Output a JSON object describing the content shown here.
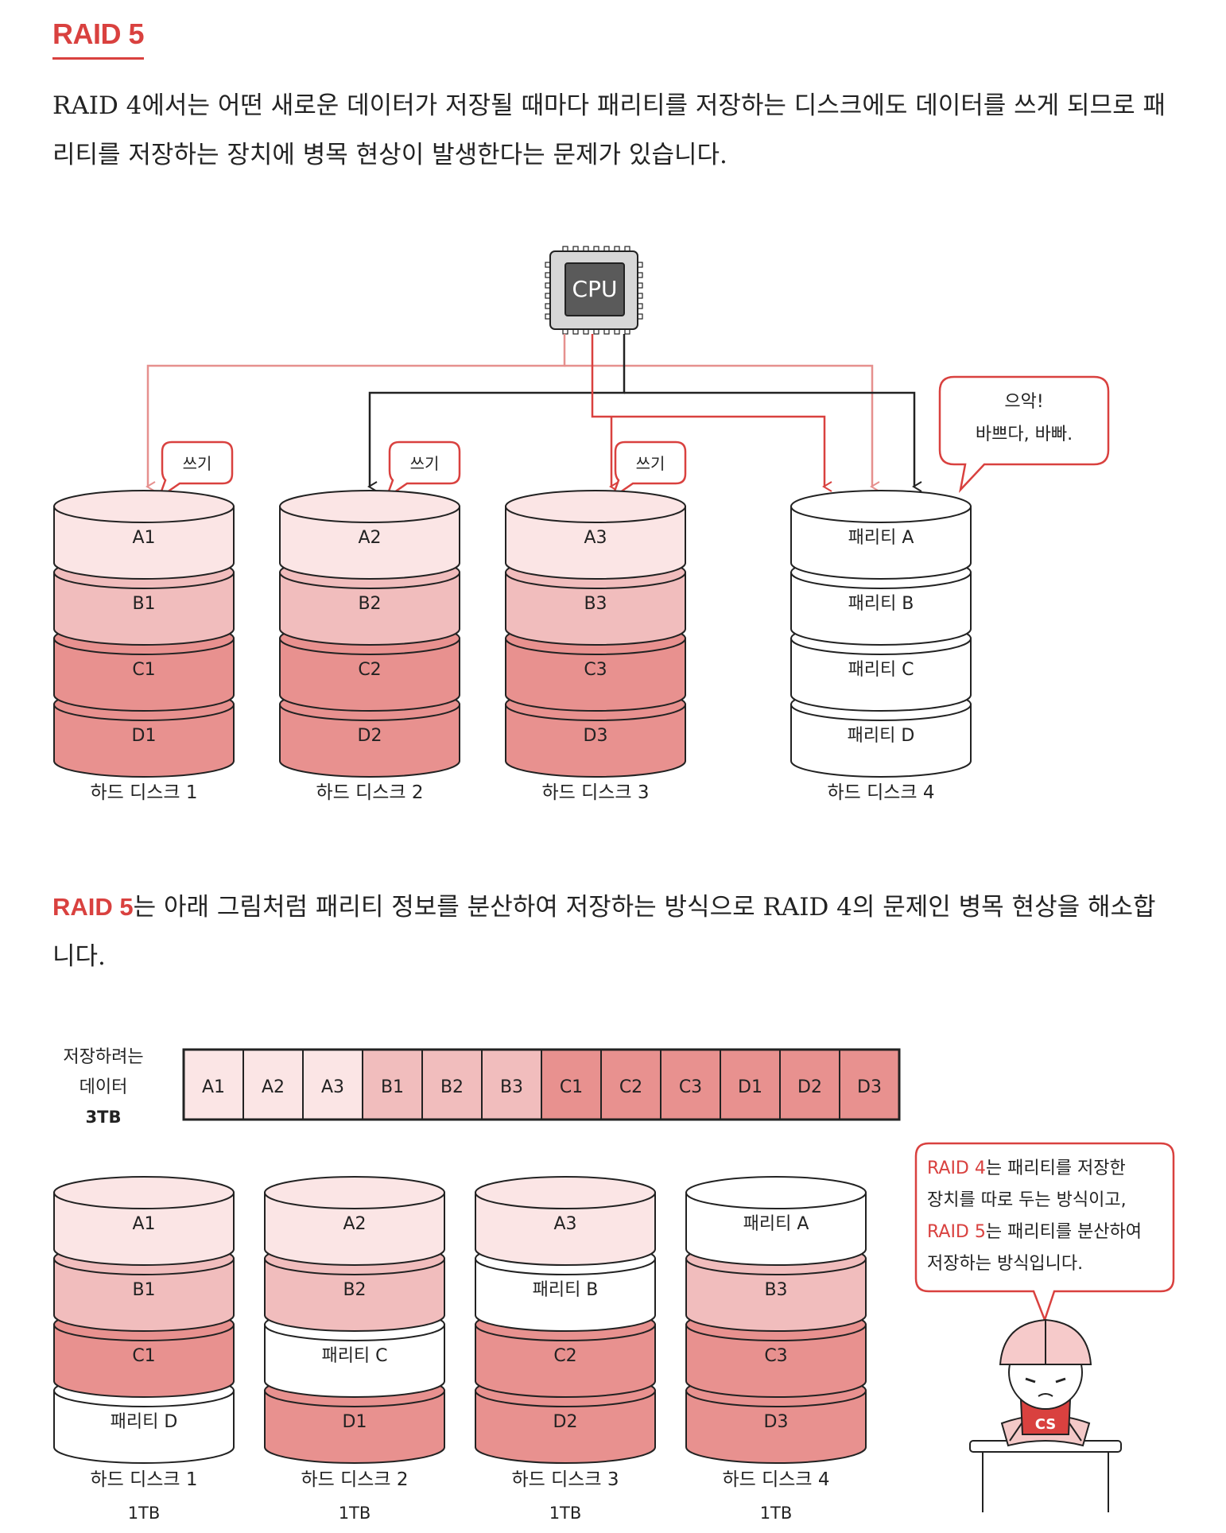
{
  "section": {
    "title": "RAID 5"
  },
  "intro": {
    "text": "RAID 4에서는 어떤 새로운 데이터가 저장될 때마다 패리티를 저장하는 디스크에도 데이터를 쓰게 되므로 패리티를 저장하는 장치에 병목 현상이 발생한다는 문제가 있습니다."
  },
  "raid4_diagram": {
    "cpu_label": "CPU",
    "write_label": "쓰기",
    "shout": [
      "으악!",
      "바쁘다, 바빠."
    ],
    "disks": [
      {
        "name": "하드 디스크 1",
        "blocks": [
          "A1",
          "B1",
          "C1",
          "D1"
        ]
      },
      {
        "name": "하드 디스크 2",
        "blocks": [
          "A2",
          "B2",
          "C2",
          "D2"
        ]
      },
      {
        "name": "하드 디스크 3",
        "blocks": [
          "A3",
          "B3",
          "C3",
          "D3"
        ]
      },
      {
        "name": "하드 디스크 4",
        "blocks": [
          "패리티 A",
          "패리티 B",
          "패리티 C",
          "패리티 D"
        ]
      }
    ]
  },
  "raid5_text": {
    "highlight": "RAID 5",
    "rest": "는 아래 그림처럼 패리티 정보를 분산하여 저장하는 방식으로 RAID 4의 문제인 병목 현상을 해소합니다."
  },
  "raid5_diagram": {
    "data_label": [
      "저장하려는",
      "데이터",
      "3TB"
    ],
    "data_blocks": [
      "A1",
      "A2",
      "A3",
      "B1",
      "B2",
      "B3",
      "C1",
      "C2",
      "C3",
      "D1",
      "D2",
      "D3"
    ],
    "disks": [
      {
        "name": "하드 디스크 1",
        "size": "1TB",
        "blocks": [
          "A1",
          "B1",
          "C1",
          "패리티 D"
        ]
      },
      {
        "name": "하드 디스크 2",
        "size": "1TB",
        "blocks": [
          "A2",
          "B2",
          "패리티 C",
          "D1"
        ]
      },
      {
        "name": "하드 디스크 3",
        "size": "1TB",
        "blocks": [
          "A3",
          "패리티 B",
          "C2",
          "D2"
        ]
      },
      {
        "name": "하드 디스크 4",
        "size": "1TB",
        "blocks": [
          "패리티 A",
          "B3",
          "C3",
          "D3"
        ]
      }
    ],
    "note": {
      "line1_hl": "RAID 4",
      "line1_rest": "는 패리티를 저장한",
      "line2": "장치를 따로 두는 방식이고,",
      "line3_hl": "RAID 5",
      "line3_rest": "는 패리티를 분산하여",
      "line4": "저장하는 방식입니다."
    },
    "mascot_badge": "CS"
  },
  "colors": {
    "accent": "#d9413f",
    "row_a": "#fbe5e5",
    "row_b": "#f1bdbd",
    "row_c": "#e8918f",
    "row_d": "#e8918f",
    "parity": "#ffffff",
    "cpu_chip": "#5a5a5a"
  }
}
